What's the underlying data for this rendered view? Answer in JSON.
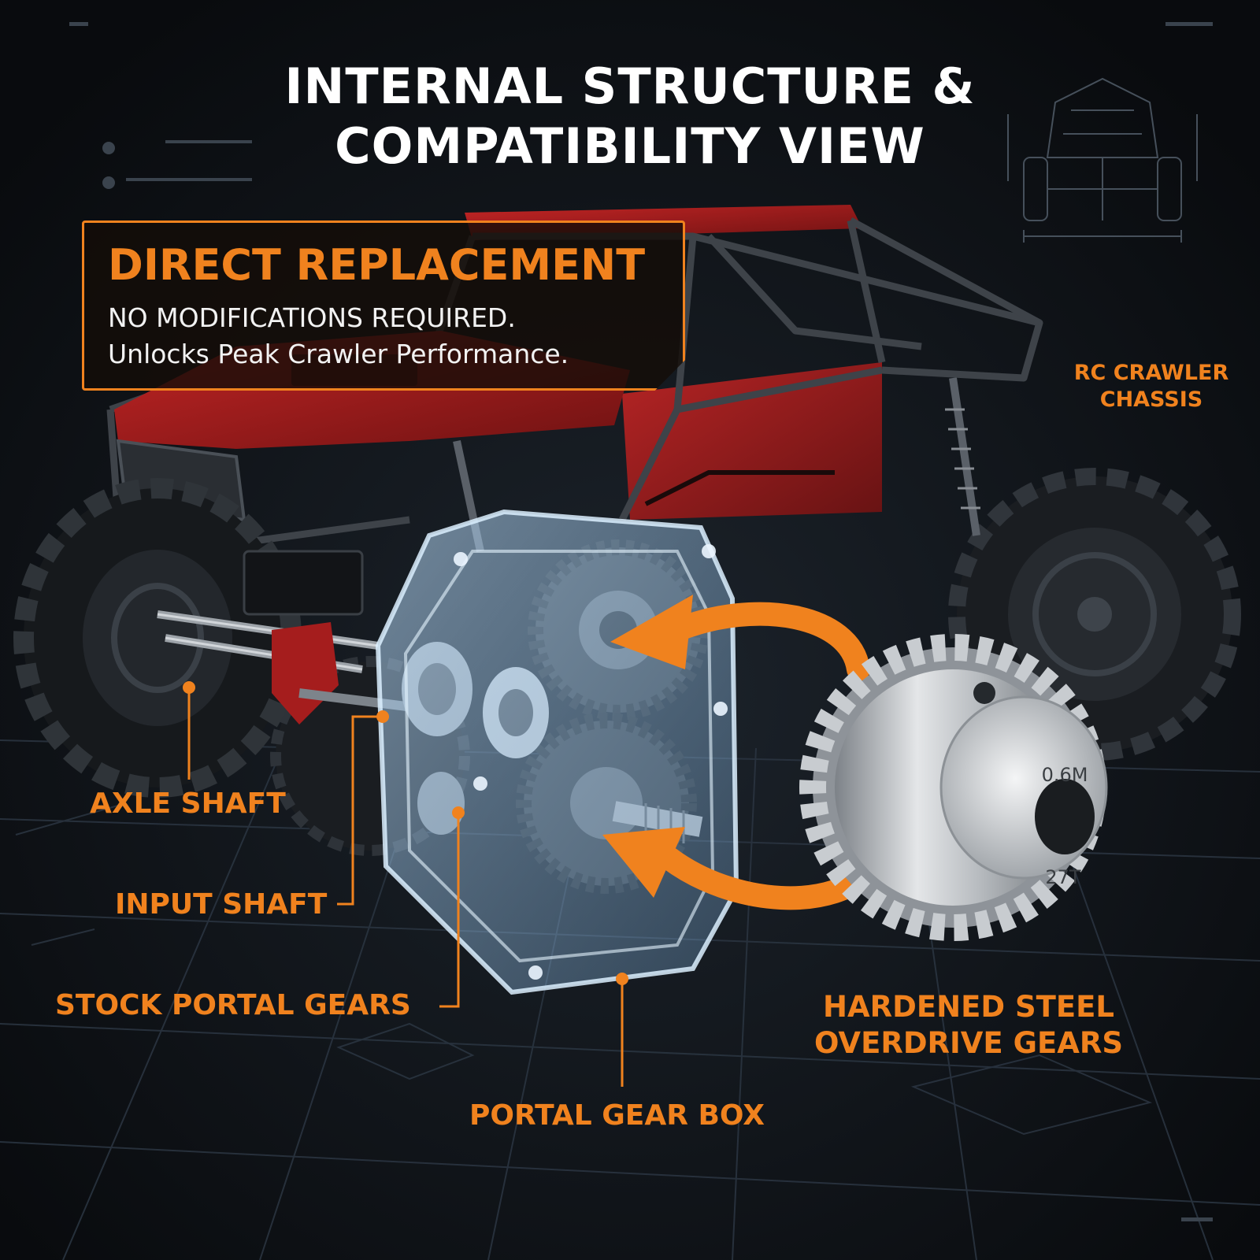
{
  "title": {
    "line1": "INTERNAL STRUCTURE &",
    "line2": "COMPATIBILITY VIEW"
  },
  "promo": {
    "heading": "DIRECT REPLACEMENT",
    "line1": "NO MODIFICATIONS REQUIRED.",
    "line2": "Unlocks Peak Crawler Performance."
  },
  "labels": {
    "rc_line1": "RC CRAWLER",
    "rc_line2": "CHASSIS",
    "axle_shaft": "AXLE SHAFT",
    "input_shaft": "INPUT SHAFT",
    "stock_portal_gears": "STOCK PORTAL GEARS",
    "portal_gear_box": "PORTAL GEAR BOX",
    "hardened_line1": "HARDENED STEEL",
    "hardened_line2": "OVERDRIVE GEARS"
  },
  "gear_markings": {
    "module": "0.6M",
    "teeth": "27T"
  },
  "colors": {
    "accent": "#f0821e",
    "background": "#0d1014",
    "body_red": "#a51d1d"
  }
}
